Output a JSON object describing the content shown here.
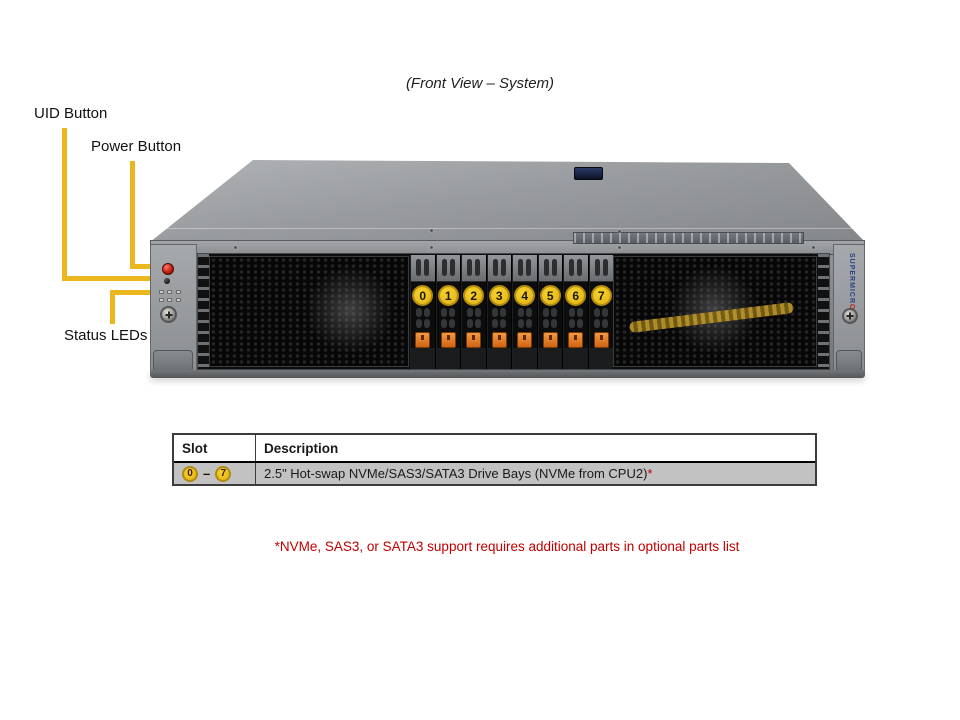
{
  "title": "(Front View – System)",
  "callouts": {
    "uid": "UID Button",
    "power": "Power Button",
    "status": "Status LEDs"
  },
  "server": {
    "brand": "SUPERMICR",
    "brand_o": "O",
    "bays": [
      "0",
      "1",
      "2",
      "3",
      "4",
      "5",
      "6",
      "7"
    ]
  },
  "table": {
    "headers": [
      "Slot",
      "Description"
    ],
    "row": {
      "slot_from": "0",
      "slot_dash": "–",
      "slot_to": "7",
      "description": "2.5\" Hot-swap NVMe/SAS3/SATA3 Drive Bays (NVMe from CPU2)",
      "marker": "*"
    }
  },
  "footnote": "*NVMe, SAS3, or SATA3 support requires additional parts in optional parts list",
  "colors": {
    "callout_line": "#eab71e",
    "bay_badge": "#eec11f",
    "bay_badge_border": "#b08a12",
    "latch_orange": "#e4771f",
    "note_red": "#c00000",
    "table_row_bg": "#c2c2c2"
  }
}
